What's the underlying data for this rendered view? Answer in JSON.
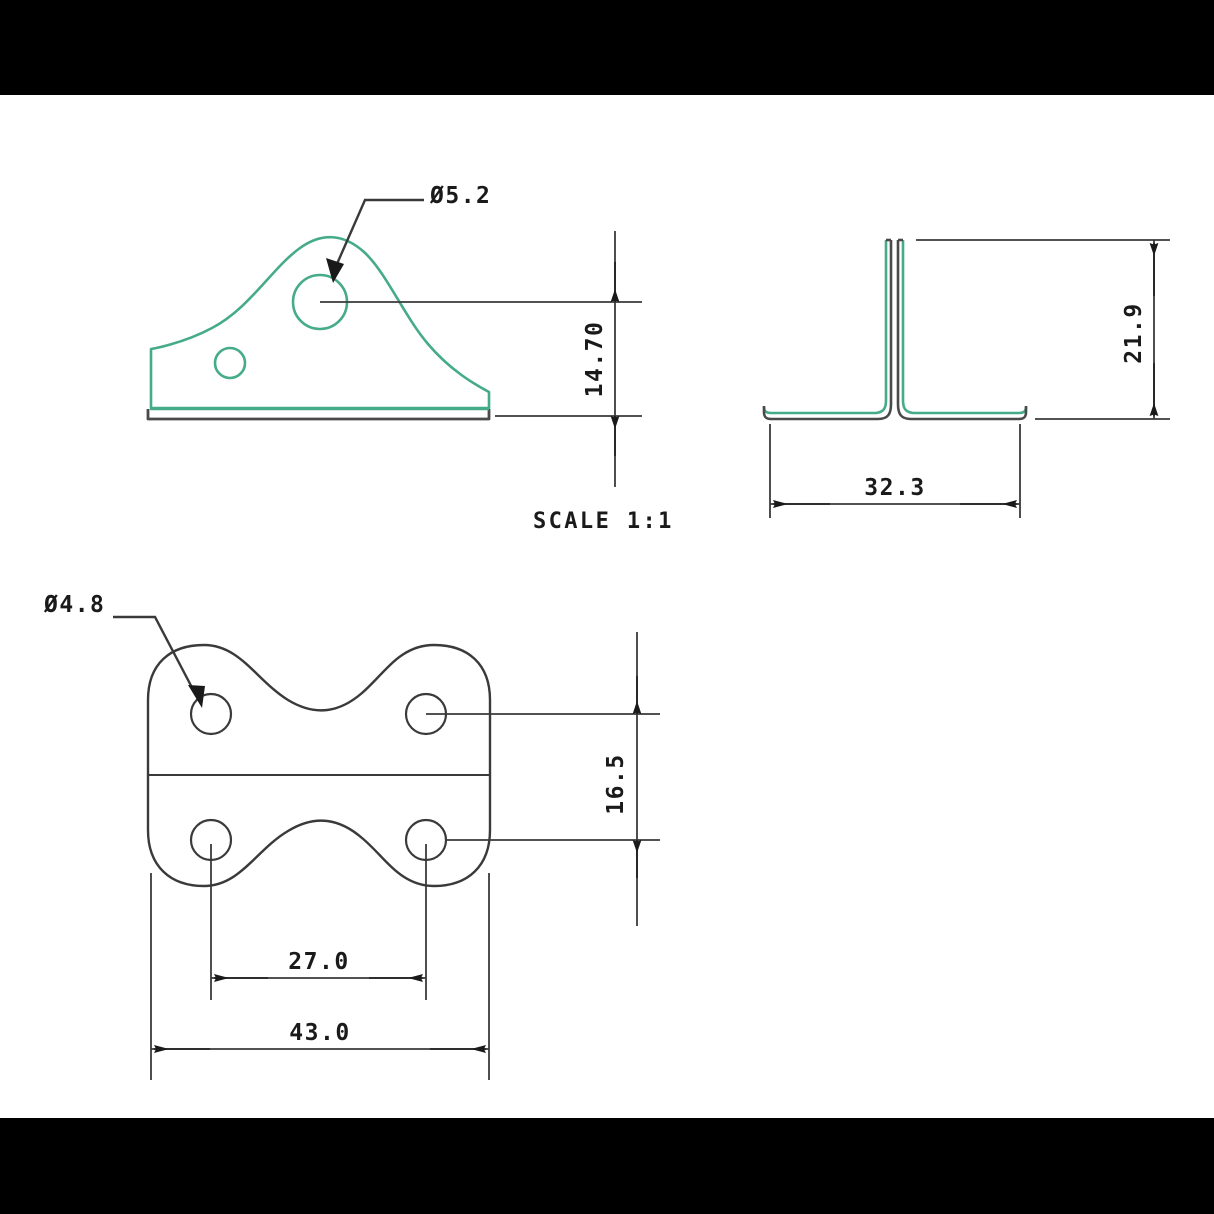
{
  "sheet": {
    "background": "#ffffff",
    "letterbox_color": "#000000",
    "line_color": "#3a3a3a",
    "part_color": "#45ab88",
    "text_color": "#1a1a1a"
  },
  "views": [
    {
      "id": "front-elevation-view",
      "name": "front-elevation-view",
      "description": "Side elevation of bracket with large hole and small hole",
      "annotations": [
        {
          "name": "diameter-callout-5-2",
          "text": "Ø5.2",
          "type": "leader-callout"
        },
        {
          "name": "dimension-14-70",
          "text": "14.70",
          "type": "vertical-dimension",
          "orientation": "rotated"
        }
      ],
      "scale_note": {
        "name": "scale-note",
        "text": "SCALE  1:1"
      }
    },
    {
      "id": "section-t-profile-view",
      "name": "section-t-profile-view",
      "description": "T shaped folded sheet metal cross section",
      "annotations": [
        {
          "name": "dimension-21-9",
          "text": "21.9",
          "type": "vertical-dimension",
          "orientation": "rotated"
        },
        {
          "name": "dimension-32-3",
          "text": "32.3",
          "type": "horizontal-dimension"
        }
      ]
    },
    {
      "id": "plan-view",
      "name": "plan-view",
      "description": "Plan view of plate with four holes and wavy top and bottom edges",
      "annotations": [
        {
          "name": "diameter-callout-4-8",
          "text": "Ø4.8",
          "type": "leader-callout"
        },
        {
          "name": "dimension-16-5",
          "text": "16.5",
          "type": "vertical-dimension",
          "orientation": "rotated"
        },
        {
          "name": "dimension-27-0",
          "text": "27.0",
          "type": "horizontal-dimension"
        },
        {
          "name": "dimension-43-0",
          "text": "43.0",
          "type": "horizontal-dimension"
        }
      ]
    }
  ],
  "labels": {
    "dia_5_2": "Ø5.2",
    "dim_14_70": "14.70",
    "scale": "SCALE  1:1",
    "dim_21_9": "21.9",
    "dim_32_3": "32.3",
    "dia_4_8": "Ø4.8",
    "dim_16_5": "16.5",
    "dim_27_0": "27.0",
    "dim_43_0": "43.0"
  },
  "dimensions_list": [
    {
      "label": "Ø5.2",
      "value": 5.2,
      "kind": "diameter",
      "view": "front-elevation-view"
    },
    {
      "label": "14.70",
      "value": 14.7,
      "kind": "linear-vertical",
      "view": "front-elevation-view"
    },
    {
      "label": "21.9",
      "value": 21.9,
      "kind": "linear-vertical",
      "view": "section-t-profile-view"
    },
    {
      "label": "32.3",
      "value": 32.3,
      "kind": "linear-horizontal",
      "view": "section-t-profile-view"
    },
    {
      "label": "Ø4.8",
      "value": 4.8,
      "kind": "diameter",
      "view": "plan-view"
    },
    {
      "label": "16.5",
      "value": 16.5,
      "kind": "linear-vertical",
      "view": "plan-view"
    },
    {
      "label": "27.0",
      "value": 27.0,
      "kind": "linear-horizontal",
      "view": "plan-view"
    },
    {
      "label": "43.0",
      "value": 43.0,
      "kind": "linear-horizontal",
      "view": "plan-view"
    }
  ]
}
